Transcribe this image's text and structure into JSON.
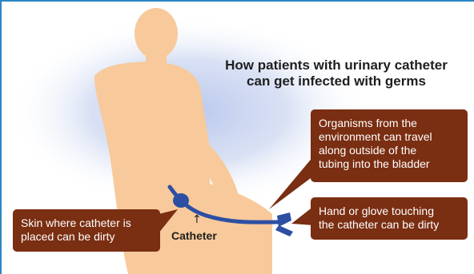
{
  "title": "How patients with urinary catheter\ncan get infected with germs",
  "catheter_label": "Catheter",
  "callouts": {
    "organisms": "Organisms from the\nenvironment can travel\nalong outside of the\ntubing into the bladder",
    "hand": "Hand or glove touching\nthe catheter can be dirty",
    "skin": "Skin where catheter is\nplaced can be dirty"
  },
  "colors": {
    "border": "#2a86c6",
    "body": "#f8c99a",
    "glow": "#c7d3ef",
    "catheter": "#2d4fa3",
    "callout_bg": "#7a2e12",
    "callout_text": "#ffffff"
  },
  "icons": {
    "arrow": "up-arrow-icon"
  }
}
